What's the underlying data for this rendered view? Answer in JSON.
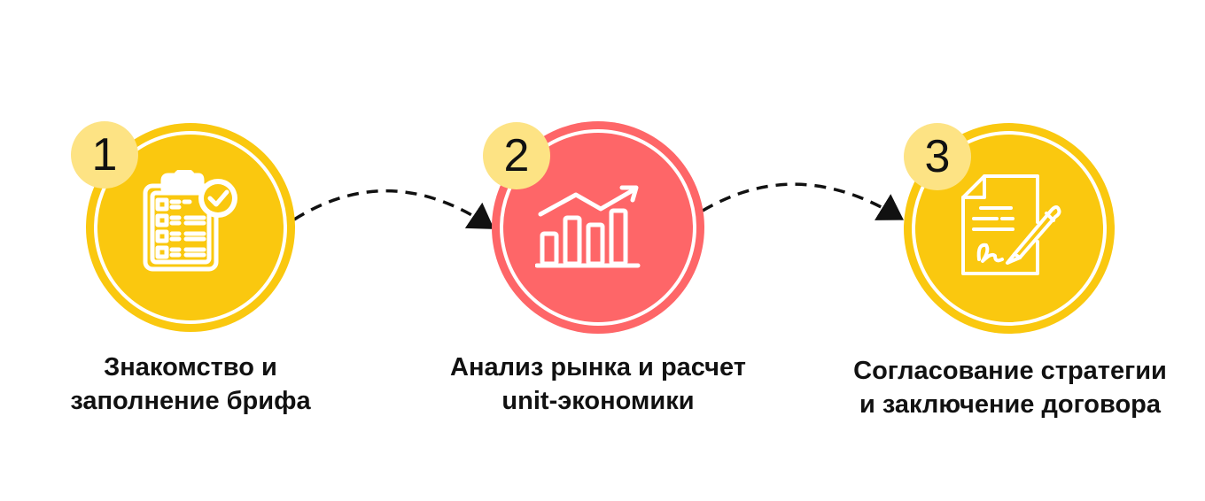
{
  "colors": {
    "yellow": "#fac80f",
    "coral": "#fe6668",
    "badge": "#fde384",
    "white": "#ffffff",
    "text": "#111111"
  },
  "steps": [
    {
      "number": "1",
      "icon": "clipboard-checklist-icon",
      "color": "#fac80f",
      "label_line1": "Знакомство и",
      "label_line2": "заполнение брифа"
    },
    {
      "number": "2",
      "icon": "growth-bar-chart-icon",
      "color": "#fe6668",
      "label_line1": "Анализ рынка и расчет",
      "label_line2": "unit-экономики"
    },
    {
      "number": "3",
      "icon": "document-signature-icon",
      "color": "#fac80f",
      "label_line1": "Согласование стратегии",
      "label_line2": "и заключение договора"
    }
  ],
  "connectors": [
    {
      "from": "1",
      "to": "2",
      "style": "dashed-arc-arrow"
    },
    {
      "from": "2",
      "to": "3",
      "style": "dashed-arc-arrow"
    }
  ]
}
